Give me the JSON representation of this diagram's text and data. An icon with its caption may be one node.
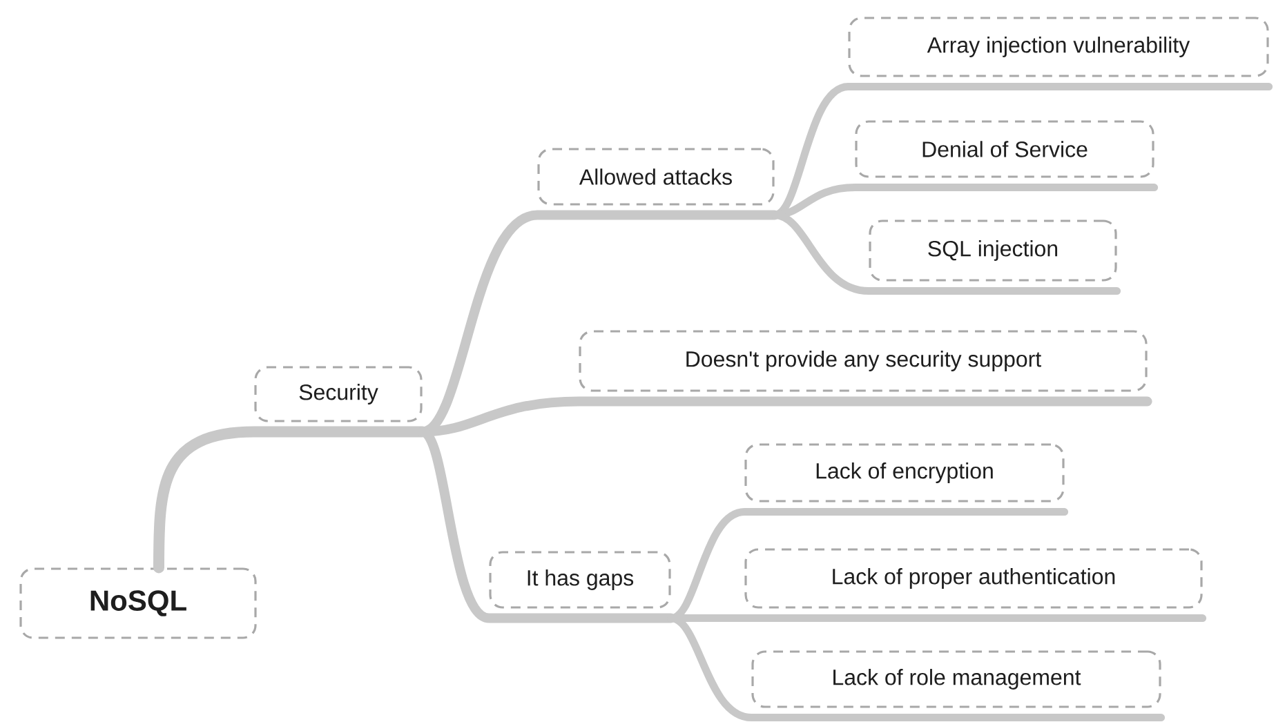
{
  "diagram": {
    "nodes": [
      {
        "text": [
          "NoSQL"
        ]
      },
      {
        "text": [
          "Security"
        ]
      },
      {
        "text": [
          "Allowed attacks"
        ]
      },
      {
        "text": [
          "Array injection vulnerability"
        ]
      },
      {
        "text": [
          "Denial of Service"
        ]
      },
      {
        "text": [
          "SQL injection"
        ]
      },
      {
        "text": [
          "Doesn't provide any security support"
        ]
      },
      {
        "text": [
          "It has gaps"
        ]
      },
      {
        "text": [
          "Lack of encryption"
        ]
      },
      {
        "text": [
          "Lack of proper authentication"
        ]
      },
      {
        "text": [
          "Lack of role management"
        ]
      }
    ],
    "edges": [
      {
        "from": 0,
        "to": 1,
        "arrow": "none"
      },
      {
        "from": 1,
        "to": 2,
        "arrow": "none"
      },
      {
        "from": 2,
        "to": 3,
        "arrow": "none"
      },
      {
        "from": 2,
        "to": 4,
        "arrow": "none"
      },
      {
        "from": 2,
        "to": 5,
        "arrow": "none"
      },
      {
        "from": 1,
        "to": 6,
        "arrow": "none"
      },
      {
        "from": 1,
        "to": 7,
        "arrow": "none"
      },
      {
        "from": 7,
        "to": 8,
        "arrow": "none"
      },
      {
        "from": 7,
        "to": 9,
        "arrow": "none"
      },
      {
        "from": 7,
        "to": 10,
        "arrow": "none"
      }
    ]
  }
}
